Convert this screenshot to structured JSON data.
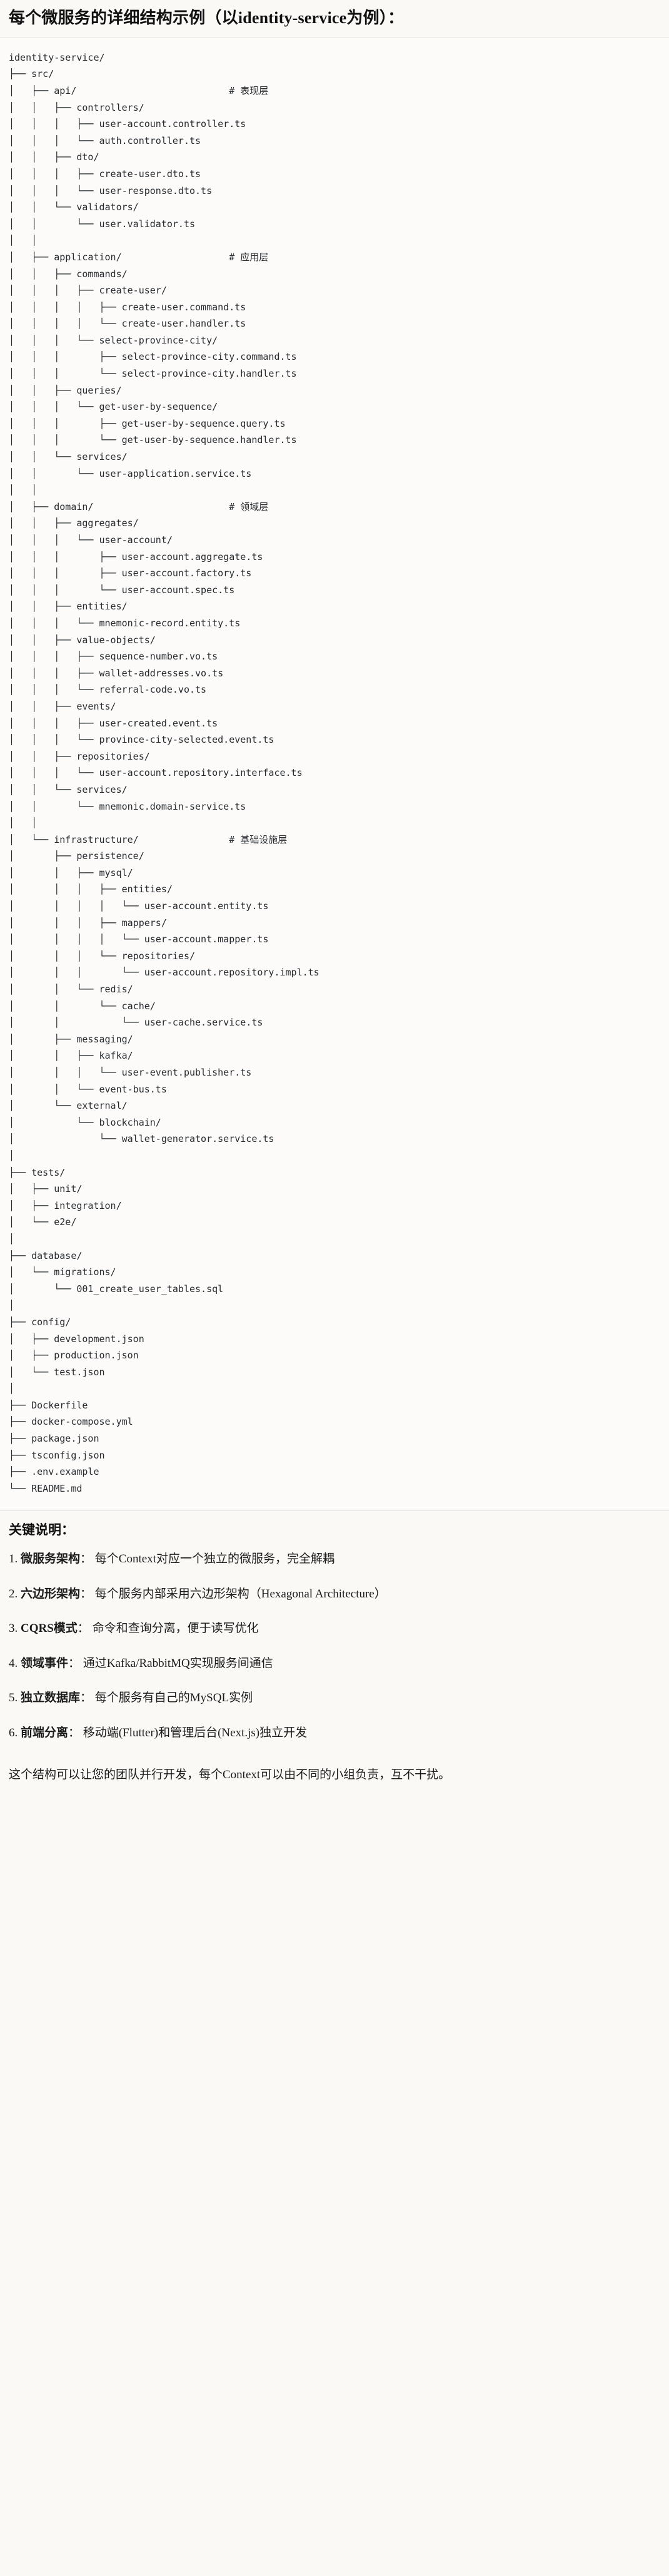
{
  "header": {
    "title": "每个微服务的详细结构示例（以identity-service为例）："
  },
  "tree": {
    "root": "identity-service/",
    "comments": {
      "api": "# 表现层",
      "application": "# 应用层",
      "domain": "# 领域层",
      "infrastructure": "# 基础设施层"
    },
    "text": "identity-service/\n├── src/\n│   ├── api/                           # 表现层\n│   │   ├── controllers/\n│   │   │   ├── user-account.controller.ts\n│   │   │   └── auth.controller.ts\n│   │   ├── dto/\n│   │   │   ├── create-user.dto.ts\n│   │   │   └── user-response.dto.ts\n│   │   └── validators/\n│   │       └── user.validator.ts\n│   │\n│   ├── application/                   # 应用层\n│   │   ├── commands/\n│   │   │   ├── create-user/\n│   │   │   │   ├── create-user.command.ts\n│   │   │   │   └── create-user.handler.ts\n│   │   │   └── select-province-city/\n│   │   │       ├── select-province-city.command.ts\n│   │   │       └── select-province-city.handler.ts\n│   │   ├── queries/\n│   │   │   └── get-user-by-sequence/\n│   │   │       ├── get-user-by-sequence.query.ts\n│   │   │       └── get-user-by-sequence.handler.ts\n│   │   └── services/\n│   │       └── user-application.service.ts\n│   │\n│   ├── domain/                        # 领域层\n│   │   ├── aggregates/\n│   │   │   └── user-account/\n│   │   │       ├── user-account.aggregate.ts\n│   │   │       ├── user-account.factory.ts\n│   │   │       └── user-account.spec.ts\n│   │   ├── entities/\n│   │   │   └── mnemonic-record.entity.ts\n│   │   ├── value-objects/\n│   │   │   ├── sequence-number.vo.ts\n│   │   │   ├── wallet-addresses.vo.ts\n│   │   │   └── referral-code.vo.ts\n│   │   ├── events/\n│   │   │   ├── user-created.event.ts\n│   │   │   └── province-city-selected.event.ts\n│   │   ├── repositories/\n│   │   │   └── user-account.repository.interface.ts\n│   │   └── services/\n│   │       └── mnemonic.domain-service.ts\n│   │\n│   └── infrastructure/                # 基础设施层\n│       ├── persistence/\n│       │   ├── mysql/\n│       │   │   ├── entities/\n│       │   │   │   └── user-account.entity.ts\n│       │   │   ├── mappers/\n│       │   │   │   └── user-account.mapper.ts\n│       │   │   └── repositories/\n│       │   │       └── user-account.repository.impl.ts\n│       │   └── redis/\n│       │       └── cache/\n│       │           └── user-cache.service.ts\n│       ├── messaging/\n│       │   ├── kafka/\n│       │   │   └── user-event.publisher.ts\n│       │   └── event-bus.ts\n│       └── external/\n│           └── blockchain/\n│               └── wallet-generator.service.ts\n│\n├── tests/\n│   ├── unit/\n│   ├── integration/\n│   └── e2e/\n│\n├── database/\n│   └── migrations/\n│       └── 001_create_user_tables.sql\n│\n├── config/\n│   ├── development.json\n│   ├── production.json\n│   └── test.json\n│\n├── Dockerfile\n├── docker-compose.yml\n├── package.json\n├── tsconfig.json\n├── .env.example\n└── README.md"
  },
  "keys": {
    "title": "关键说明：",
    "items": [
      {
        "num": "1.",
        "term": "微服务架构",
        "sep": "：",
        "desc": "每个Context对应一个独立的微服务，完全解耦"
      },
      {
        "num": "2.",
        "term": "六边形架构",
        "sep": "：",
        "desc": "每个服务内部采用六边形架构（Hexagonal Architecture）"
      },
      {
        "num": "3.",
        "term": "CQRS模式",
        "sep": "：",
        "desc": "命令和查询分离，便于读写优化"
      },
      {
        "num": "4.",
        "term": "领域事件",
        "sep": "：",
        "desc": "通过Kafka/RabbitMQ实现服务间通信"
      },
      {
        "num": "5.",
        "term": "独立数据库",
        "sep": "：",
        "desc": "每个服务有自己的MySQL实例"
      },
      {
        "num": "6.",
        "term": "前端分离",
        "sep": "：",
        "desc": "移动端(Flutter)和管理后台(Next.js)独立开发"
      }
    ],
    "footnote": "这个结构可以让您的团队并行开发，每个Context可以由不同的小组负责，互不干扰。"
  },
  "colors": {
    "page_background": "#faf9f6",
    "code_background": "#fcfbfa",
    "text": "#1a1a1a",
    "code_text": "#262a2e",
    "rule": "#e3e1dc"
  }
}
